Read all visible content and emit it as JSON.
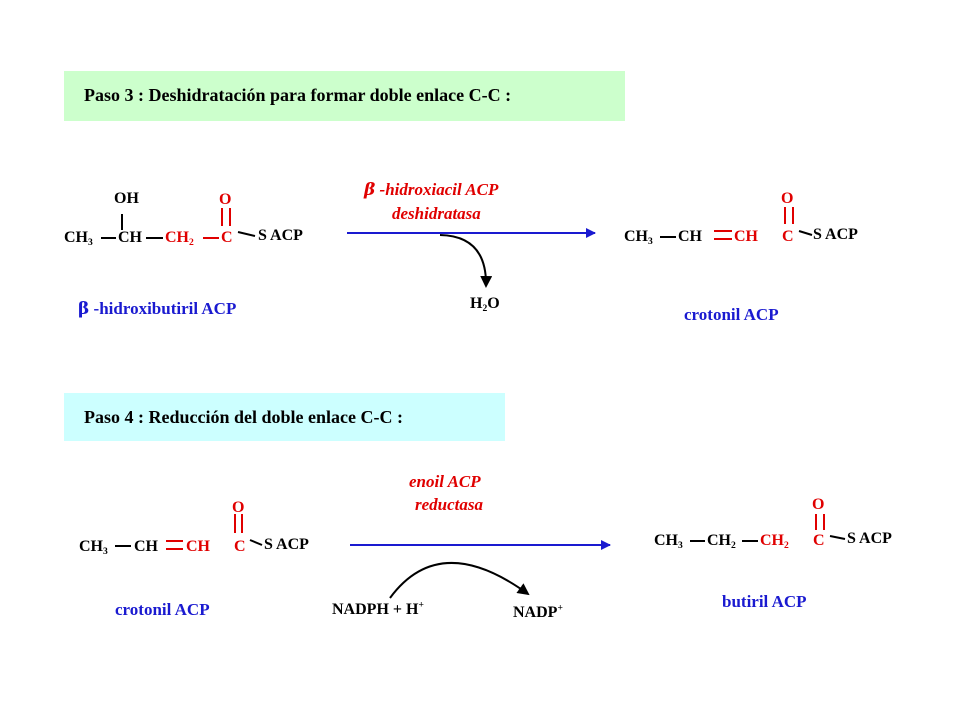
{
  "step3": {
    "banner": "Paso  3 :  Deshidratación para formar doble enlace  C-C :",
    "substrate": {
      "oh": "OH",
      "ch3": "CH",
      "ch3_sub": "3",
      "ch": "CH",
      "ch2": "CH",
      "ch2_sub": "2",
      "o": "O",
      "c": "C",
      "sacp": "S ACP",
      "name_symbol": "β",
      "name": " -hidroxibutiril  ACP"
    },
    "enzyme_symbol": "β",
    "enzyme_line1": " -hidroxiacil  ACP",
    "enzyme_line2": "deshidratasa",
    "byproduct": {
      "h": "H",
      "sub": "2",
      "o": "O"
    },
    "product": {
      "ch3": "CH",
      "ch3_sub": "3",
      "ch": "CH",
      "ch2": "CH",
      "o": "O",
      "c": "C",
      "sacp": "S ACP",
      "name": "crotonil  ACP"
    }
  },
  "step4": {
    "banner": "Paso  4 :  Reducción   del doble enlace  C-C :",
    "substrate": {
      "ch3": "CH",
      "ch3_sub": "3",
      "ch": "CH",
      "ch2": "CH",
      "o": "O",
      "c": "C",
      "sacp": "S ACP",
      "name": "crotonil  ACP"
    },
    "enzyme_line1": "enoil  ACP",
    "enzyme_line2": "reductasa",
    "cofactor_in": "NADPH + H",
    "cofactor_in_sup": "+",
    "cofactor_out": "NADP",
    "cofactor_out_sup": "+",
    "product": {
      "ch3": "CH",
      "ch3_sub": "3",
      "ch2a": "CH",
      "ch2a_sub": "2",
      "ch2b": "CH",
      "ch2b_sub": "2",
      "o": "O",
      "c": "C",
      "sacp": "S ACP",
      "name": "butiril  ACP"
    }
  },
  "colors": {
    "black": "#000000",
    "red": "#e00000",
    "blue": "#1a1ad0",
    "banner3_bg": "#ccffcc",
    "banner4_bg": "#ccffff"
  }
}
